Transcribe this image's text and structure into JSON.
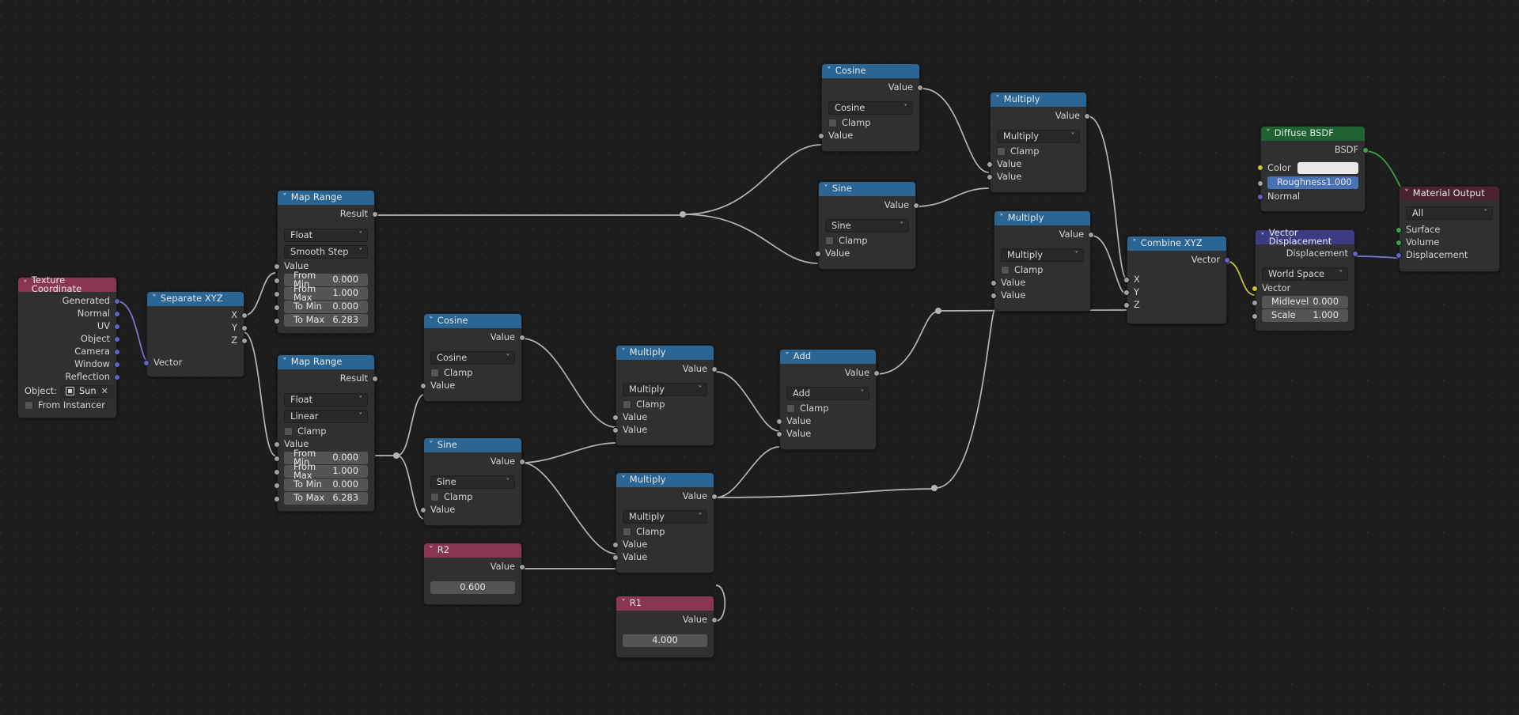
{
  "app": {
    "editor": "shader-node-editor",
    "background_color": "#1d1d1d"
  },
  "colors": {
    "header_blue": "#2a6594",
    "header_red": "#8b3650",
    "header_green": "#1f6332",
    "header_darkred": "#4b2330",
    "header_purple": "#3c3c83",
    "socket_gray": "#a1a1a1",
    "socket_purple": "#6363c7",
    "socket_green": "#3fa34a",
    "socket_yellow": "#c7c729",
    "accent_field": "#4772b3"
  },
  "labels": {
    "clamp": "Clamp",
    "value": "Value",
    "result": "Result",
    "vector": "Vector",
    "from_instancer": "From Instancer",
    "object_key": "Object:"
  },
  "nodes": {
    "texture_coordinate": {
      "title": "Texture Coordinate",
      "outputs": [
        "Generated",
        "Normal",
        "UV",
        "Object",
        "Camera",
        "Window",
        "Reflection"
      ],
      "object_label": "Object:",
      "object_value": "Sun",
      "from_instancer": "From Instancer"
    },
    "separate_xyz": {
      "title": "Separate XYZ",
      "outputs": [
        "X",
        "Y",
        "Z"
      ],
      "inputs": [
        "Vector"
      ]
    },
    "map_range_top": {
      "title": "Map Range",
      "output": "Result",
      "data_type": "Float",
      "interpolation": "Smooth Step",
      "input_label": "Value",
      "fields": [
        {
          "label": "From Min",
          "value": "0.000"
        },
        {
          "label": "From Max",
          "value": "1.000"
        },
        {
          "label": "To Min",
          "value": "0.000"
        },
        {
          "label": "To Max",
          "value": "6.283"
        }
      ]
    },
    "map_range_bottom": {
      "title": "Map Range",
      "output": "Result",
      "data_type": "Float",
      "interpolation": "Linear",
      "clamp": "Clamp",
      "input_label": "Value",
      "fields": [
        {
          "label": "From Min",
          "value": "0.000"
        },
        {
          "label": "From Max",
          "value": "1.000"
        },
        {
          "label": "To Min",
          "value": "0.000"
        },
        {
          "label": "To Max",
          "value": "6.283"
        }
      ]
    },
    "cosine_top": {
      "title": "Cosine",
      "output": "Value",
      "operation": "Cosine",
      "clamp": "Clamp",
      "inputs": [
        "Value"
      ]
    },
    "sine_top": {
      "title": "Sine",
      "output": "Value",
      "operation": "Sine",
      "clamp": "Clamp",
      "inputs": [
        "Value"
      ]
    },
    "cosine_mid": {
      "title": "Cosine",
      "output": "Value",
      "operation": "Cosine",
      "clamp": "Clamp",
      "inputs": [
        "Value"
      ]
    },
    "sine_mid": {
      "title": "Sine",
      "output": "Value",
      "operation": "Sine",
      "clamp": "Clamp",
      "inputs": [
        "Value"
      ]
    },
    "multiply_top": {
      "title": "Multiply",
      "output": "Value",
      "operation": "Multiply",
      "clamp": "Clamp",
      "inputs": [
        "Value",
        "Value"
      ]
    },
    "multiply_second": {
      "title": "Multiply",
      "output": "Value",
      "operation": "Multiply",
      "clamp": "Clamp",
      "inputs": [
        "Value",
        "Value"
      ]
    },
    "multiply_mid": {
      "title": "Multiply",
      "output": "Value",
      "operation": "Multiply",
      "clamp": "Clamp",
      "inputs": [
        "Value",
        "Value"
      ]
    },
    "multiply_low": {
      "title": "Multiply",
      "output": "Value",
      "operation": "Multiply",
      "clamp": "Clamp",
      "inputs": [
        "Value",
        "Value"
      ]
    },
    "add_node": {
      "title": "Add",
      "output": "Value",
      "operation": "Add",
      "clamp": "Clamp",
      "inputs": [
        "Value",
        "Value"
      ]
    },
    "r2": {
      "title": "R2",
      "output": "Value",
      "value": "0.600"
    },
    "r1": {
      "title": "R1",
      "output": "Value",
      "value": "4.000"
    },
    "combine_xyz": {
      "title": "Combine XYZ",
      "output": "Vector",
      "inputs": [
        "X",
        "Y",
        "Z"
      ]
    },
    "vector_displacement": {
      "title": "Vector Displacement",
      "output": "Displacement",
      "space": "World Space",
      "vector_label": "Vector",
      "fields": [
        {
          "label": "Midlevel",
          "value": "0.000"
        },
        {
          "label": "Scale",
          "value": "1.000"
        }
      ]
    },
    "diffuse_bsdf": {
      "title": "Diffuse BSDF",
      "output": "BSDF",
      "color_label": "Color",
      "color_value": "#e9e9e9",
      "roughness_label": "Roughness",
      "roughness_value": "1.000",
      "normal_label": "Normal"
    },
    "material_output": {
      "title": "Material Output",
      "target": "All",
      "inputs": [
        "Surface",
        "Volume",
        "Displacement"
      ]
    }
  }
}
